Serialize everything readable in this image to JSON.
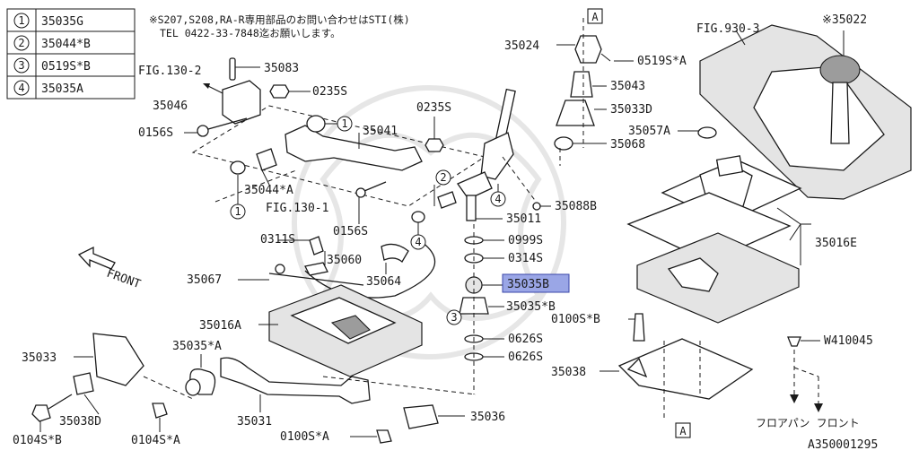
{
  "legend": [
    {
      "num": "1",
      "part": "35035G"
    },
    {
      "num": "2",
      "part": "35044*B"
    },
    {
      "num": "3",
      "part": "0519S*B"
    },
    {
      "num": "4",
      "part": "35035A"
    }
  ],
  "note": {
    "line1": "※S207,S208,RA-R専用部品のお問い合わせはSTI(株)",
    "line2": "TEL 0422-33-7848迄お願いします。"
  },
  "labels": {
    "fig_130_2": "FIG.130-2",
    "p35083": "35083",
    "p35046": "35046",
    "p0235S_a": "0235S",
    "p0156S_a": "0156S",
    "p35041": "35041",
    "p0235S_b": "0235S",
    "p35044A": "35044*A",
    "fig_130_1": "FIG.130-1",
    "p0156S_b": "0156S",
    "p0311S": "0311S",
    "p35067": "35067",
    "p35060": "35060",
    "p35064": "35064",
    "p35016A": "35016A",
    "p35035A_lbl": "35035*A",
    "p35033": "35033",
    "p35038D": "35038D",
    "p0104SB": "0104S*B",
    "p0104SA": "0104S*A",
    "p35031": "35031",
    "p0100SA": "0100S*A",
    "p35036": "35036",
    "p35024": "35024",
    "p0519SA": "0519S*A",
    "p35043": "35043",
    "p35033D": "35033D",
    "p35068": "35068",
    "p35088B": "35088B",
    "p35011": "35011",
    "p0999S": "0999S",
    "p0314S": "0314S",
    "p35035B": "35035B",
    "p35035Bstar": "35035*B",
    "p0626S_a": "0626S",
    "p0626S_b": "0626S",
    "fig_930_3": "FIG.930-3",
    "p35022": "※35022",
    "p35057A": "35057A",
    "p35016E": "35016E",
    "p0100SB": "0100S*B",
    "p35038": "35038",
    "pW410045": "W410045",
    "ref_a": "A",
    "front": "FRONT",
    "floor_front": "フロアパン フロント",
    "drawing_no": "A350001295"
  },
  "callouts": {
    "c1": "1",
    "c2": "2",
    "c3": "3",
    "c4": "4"
  },
  "highlight": {
    "part": "35035B",
    "color": "#9aa6e6"
  }
}
